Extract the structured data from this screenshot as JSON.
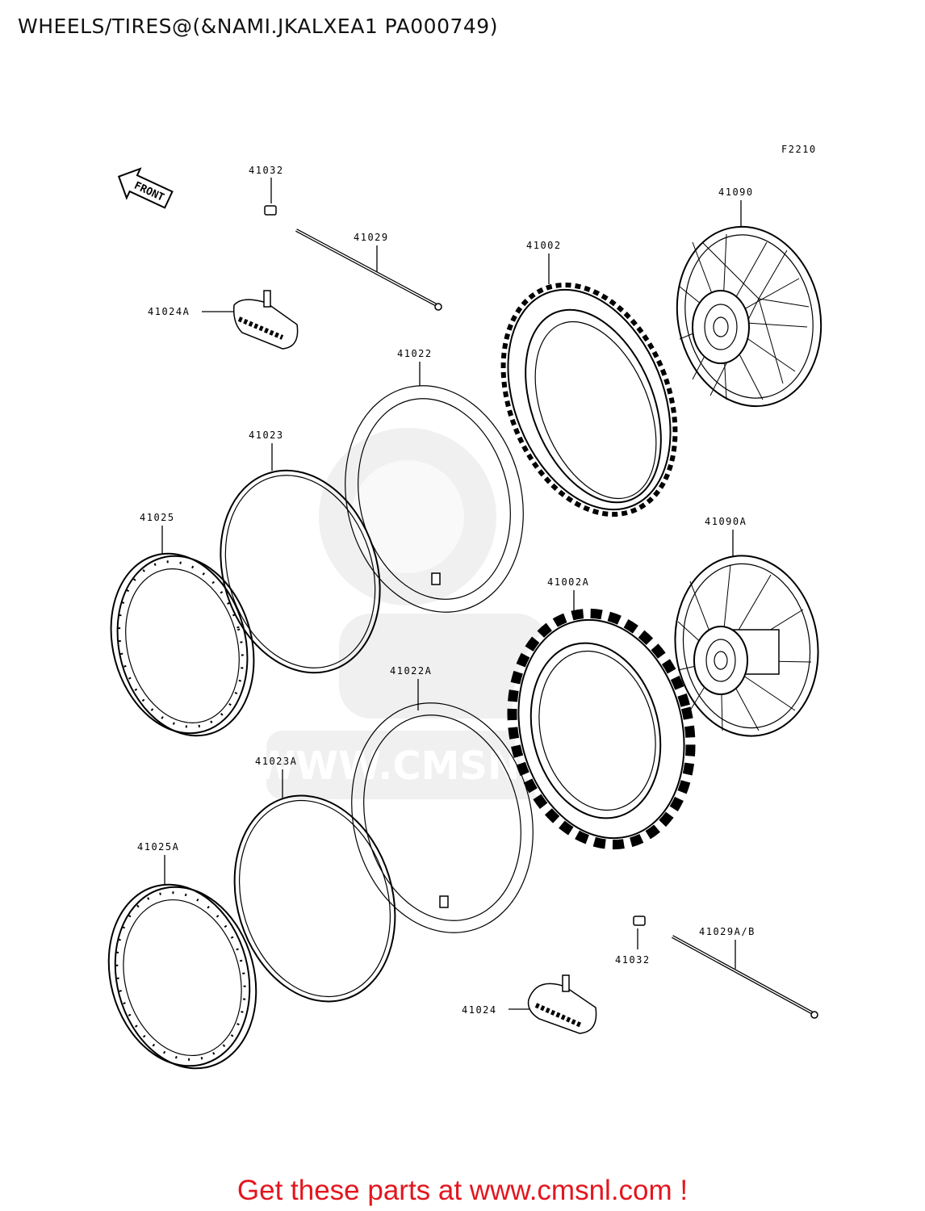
{
  "title": "WHEELS/TIRES@(&NAMI.JKALXEA1 PA000749)",
  "figure_code": "F2210",
  "front_label": "FRONT",
  "watermark": "WWW.CMSNL.COM",
  "labels": {
    "p41032_top": "41032",
    "p41029": "41029",
    "p41024A": "41024A",
    "p41002": "41002",
    "p41090": "41090",
    "p41022": "41022",
    "p41023": "41023",
    "p41025": "41025",
    "p41090A": "41090A",
    "p41002A": "41002A",
    "p41022A": "41022A",
    "p41023A": "41023A",
    "p41025A": "41025A",
    "p41032_bottom": "41032",
    "p41029AB": "41029A/B",
    "p41024": "41024"
  },
  "footer": "Get these parts at www.cmsnl.com !",
  "colors": {
    "footer": "#e3161e",
    "watermark": "#e3e3e3",
    "lines": "#000000"
  }
}
